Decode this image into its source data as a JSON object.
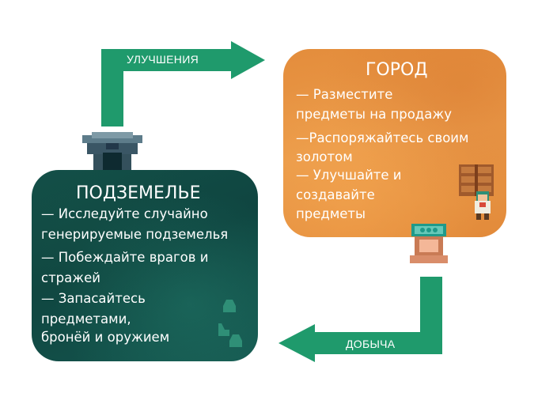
{
  "colors": {
    "arrow": "#1f9a6c",
    "dungeon_bg": "#124c46",
    "town_bg": "#e79445",
    "text": "#ffffff"
  },
  "arrows": {
    "upgrades_label": "УЛУЧШЕНИЯ",
    "loot_label": "ДОБЫЧА"
  },
  "dungeon": {
    "title": "ПОДЗЕМЕЛЬЕ",
    "lines": [
      "— Исследуйте случайно",
      "генерируемые подземелья",
      "— Побеждайте врагов и",
      "стражей",
      "— Запасайтесь",
      "предметами,",
      "бронёй и оружием"
    ]
  },
  "town": {
    "title": "ГОРОД",
    "lines": [
      "— Разместите",
      "предметы на продажу",
      "—Распоряжайтесь своим",
      "золотом",
      "— Улучшайте и",
      "создавайте",
      "предметы"
    ]
  },
  "icons": {
    "dungeon_gate": "dungeon-gate-icon",
    "town_portal": "town-portal-icon",
    "shelf": "shop-shelf-icon",
    "shopkeeper": "shopkeeper-icon",
    "slimes": "slime-enemy-icon"
  }
}
